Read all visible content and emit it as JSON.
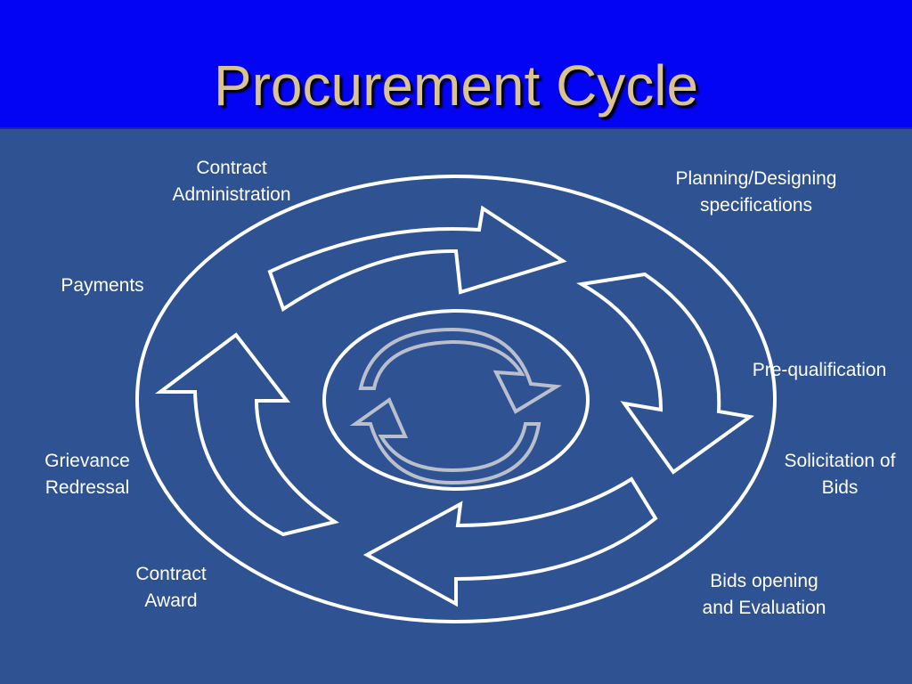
{
  "title": "Procurement Cycle",
  "colors": {
    "title_bar": "#0404f4",
    "background": "#2e5292",
    "title_text": "#d9c390",
    "outline": "#ffffff",
    "center_icon": "#b9bfcc"
  },
  "stages": {
    "contract_administration": [
      "Contract",
      "Administration"
    ],
    "planning": [
      "Planning/Designing",
      "specifications"
    ],
    "payments": [
      "Payments"
    ],
    "prequalification": [
      "Pre-qualification"
    ],
    "grievance": [
      "Grievance",
      "Redressal"
    ],
    "solicitation": [
      "Solicitation of",
      "Bids"
    ],
    "contract_award": [
      "Contract",
      "Award"
    ],
    "bids_opening": [
      "Bids opening",
      "and Evaluation"
    ]
  },
  "icons": {
    "cycle_arrows": "cycle-arrow-icon",
    "center_refresh": "refresh-icon"
  }
}
